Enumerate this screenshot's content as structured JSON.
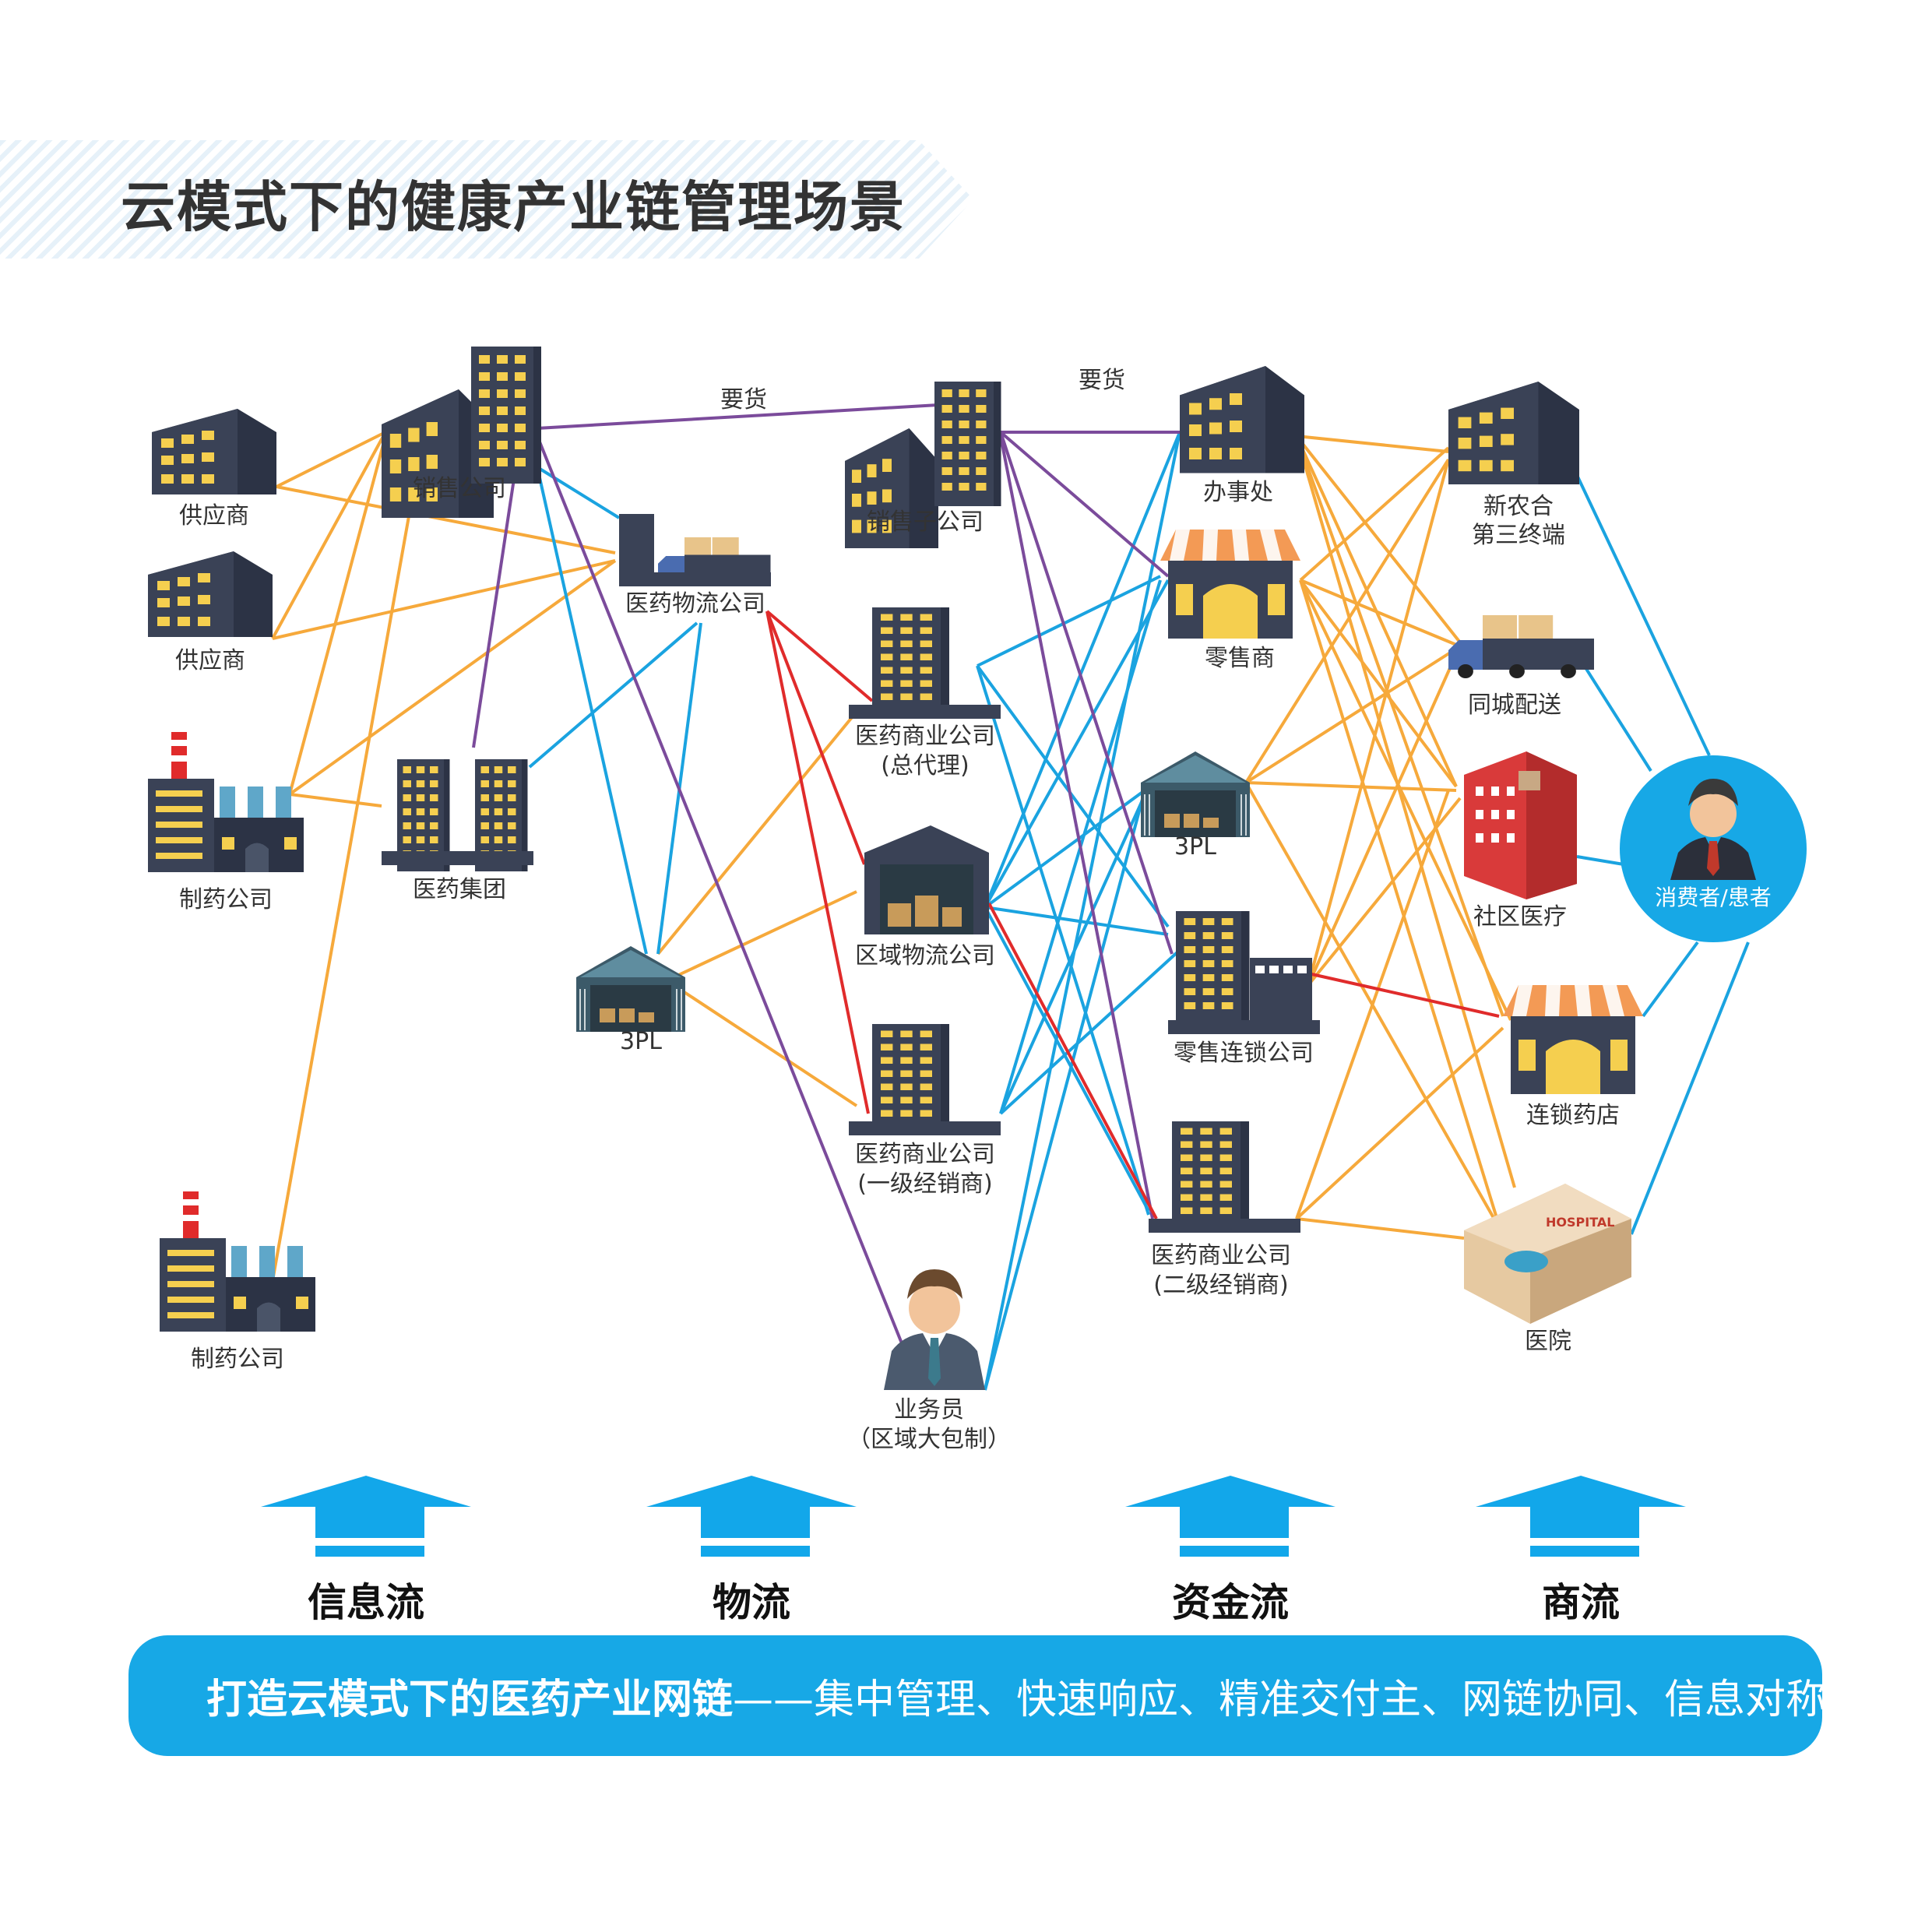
{
  "title": "云模式下的健康产业链管理场景",
  "nodes": {
    "supplier1": "供应商",
    "supplier2": "供应商",
    "pharma1": "制药公司",
    "pharma2": "制药公司",
    "sales_company": "销售公司",
    "pharma_group": "医药集团",
    "pharma_logistics": "医药物流公司",
    "tpl_left": "3PL",
    "sales_sub": "销售子公司",
    "commerce_agent": "医药商业公司",
    "commerce_agent_sub": "(总代理)",
    "regional_logistics": "区域物流公司",
    "commerce_first": "医药商业公司",
    "commerce_first_sub": "(一级经销商)",
    "salesman": "业务员",
    "salesman_sub": "（区域大包制）",
    "office": "办事处",
    "retailer": "零售商",
    "tpl_right": "3PL",
    "retail_chain": "零售连锁公司",
    "commerce_second": "医药商业公司",
    "commerce_second_sub": "(二级经销商)",
    "rural_terminal": "新农合",
    "rural_terminal_sub": "第三终端",
    "city_delivery": "同城配送",
    "community_medical": "社区医疗",
    "chain_pharmacy": "连锁药店",
    "hospital": "医院",
    "consumer": "消费者/患者"
  },
  "edge_labels": {
    "order1": "要货",
    "order2": "要货"
  },
  "flows": [
    "信息流",
    "物流",
    "资金流",
    "商流"
  ],
  "banner": {
    "strong": "打造云模式下的医药产业网链",
    "rest": "——集中管理、快速响应、精准交付主、网链协同、信息对称"
  },
  "hospital_sign": "HOSPITAL",
  "colors": {
    "orange": "#f6a93b",
    "blue": "#1aa3e0",
    "purple": "#7b4b9b",
    "red": "#e02b2b",
    "navy": "#3a4256",
    "yellow": "#f5cf4f",
    "arrow": "#12a7ea"
  }
}
